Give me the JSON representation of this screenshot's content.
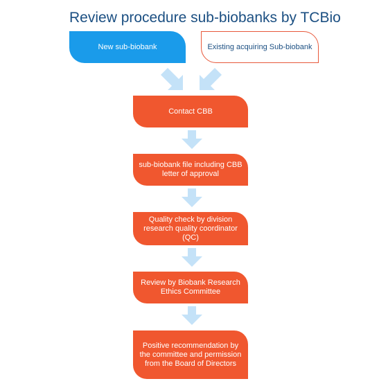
{
  "title": "Review procedure sub-biobanks by TCBio",
  "start_boxes": {
    "new": "New sub-biobank",
    "existing": "Existing acquiring Sub-biobank"
  },
  "steps": [
    "Contact CBB",
    "sub-biobank file including CBB letter of approval",
    "Quality check by division research quality coordinator (QC)",
    "Review by Biobank Research Ethics Committee",
    "Positive recommendation by the committee and permission from the Board of Directors"
  ],
  "colors": {
    "title": "#1b4f82",
    "new_box": "#1a9bea",
    "existing_border": "#e8583a",
    "step_fill": "#f0572f",
    "arrow": "#c4e2f8"
  }
}
